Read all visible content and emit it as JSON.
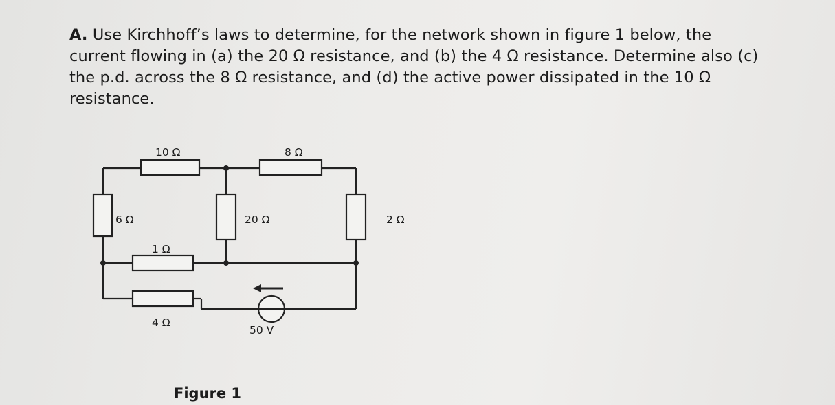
{
  "problem": {
    "label": "A.",
    "line1": "Use Kirchhoff’s laws to determine, for the network shown in figure 1 below, the",
    "line2": "current flowing in (a) the 20 Ω resistance, and (b) the 4 Ω resistance. Determine also (c)",
    "line3": "the p.d. across the 8 Ω resistance, and (d) the active power dissipated in the 10 Ω",
    "line4": "resistance."
  },
  "circuit": {
    "r_top_left": "10 Ω",
    "r_top_right": "8 Ω",
    "r_left": "6 Ω",
    "r_middle": "20 Ω",
    "r_right": "2 Ω",
    "r_mid_left": "1 Ω",
    "r_bottom": "4 Ω",
    "source": "50 V"
  },
  "figure": {
    "caption": "Figure 1"
  }
}
